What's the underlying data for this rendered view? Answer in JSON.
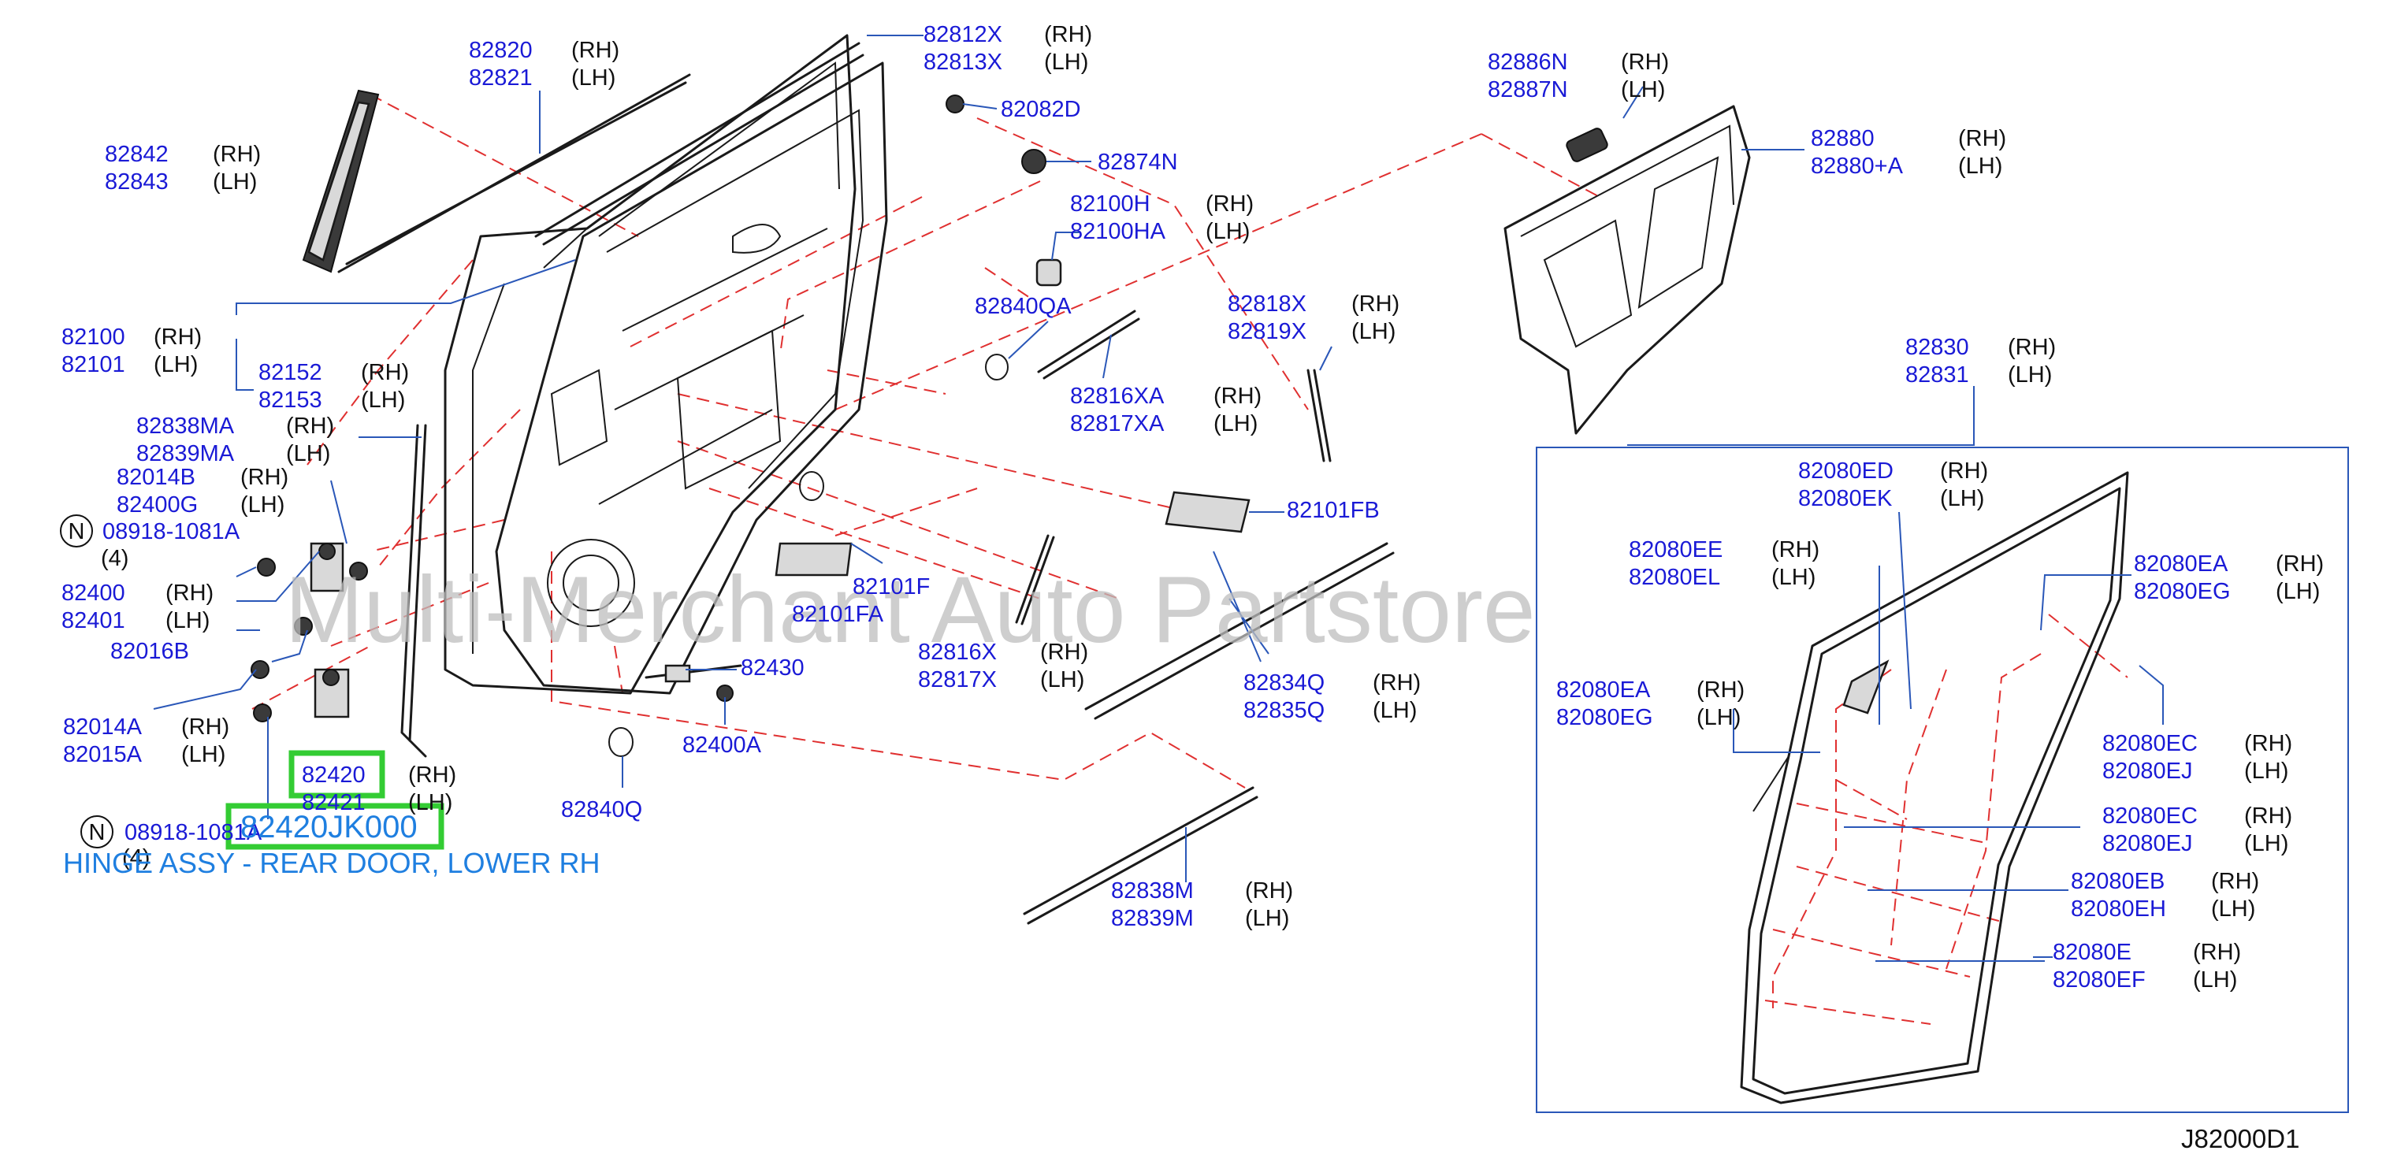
{
  "diagram_code": "J82000D1",
  "watermark": "Multi-Merchant Auto Partstore",
  "highlight": {
    "part_number": "82420JK000",
    "description": "HINGE ASSY - REAR DOOR, LOWER RH",
    "accent_color": "#1f7fe0",
    "box_color": "#33cc33"
  },
  "callouts": [
    {
      "id": "c1",
      "numbers": [
        "82820",
        "82821"
      ],
      "sides": [
        "(RH)",
        "(LH)"
      ]
    },
    {
      "id": "c2",
      "numbers": [
        "82812X",
        "82813X"
      ],
      "sides": [
        "(RH)",
        "(LH)"
      ]
    },
    {
      "id": "c3",
      "numbers": [
        "82082D"
      ],
      "sides": []
    },
    {
      "id": "c4",
      "numbers": [
        "82874N"
      ],
      "sides": []
    },
    {
      "id": "c5",
      "numbers": [
        "82842",
        "82843"
      ],
      "sides": [
        "(RH)",
        "(LH)"
      ]
    },
    {
      "id": "c6",
      "numbers": [
        "82100H",
        "82100HA"
      ],
      "sides": [
        "(RH)",
        "(LH)"
      ]
    },
    {
      "id": "c7",
      "numbers": [
        "82840QA"
      ],
      "sides": []
    },
    {
      "id": "c8",
      "numbers": [
        "82818X",
        "82819X"
      ],
      "sides": [
        "(RH)",
        "(LH)"
      ]
    },
    {
      "id": "c9",
      "numbers": [
        "82100",
        "82101"
      ],
      "sides": [
        "(RH)",
        "(LH)"
      ]
    },
    {
      "id": "c10",
      "numbers": [
        "82152",
        "82153"
      ],
      "sides": [
        "(RH)",
        "(LH)"
      ]
    },
    {
      "id": "c11",
      "numbers": [
        "82816XA",
        "82817XA"
      ],
      "sides": [
        "(RH)",
        "(LH)"
      ]
    },
    {
      "id": "c12",
      "numbers": [
        "82838MA",
        "82839MA"
      ],
      "sides": [
        "(RH)",
        "(LH)"
      ]
    },
    {
      "id": "c13",
      "numbers": [
        "82014B",
        "82400G"
      ],
      "sides": [
        "(RH)",
        "(LH)"
      ]
    },
    {
      "id": "c14",
      "numbers": [
        "08918-1081A",
        "(4)"
      ],
      "sides": [],
      "badge": "N"
    },
    {
      "id": "c15",
      "numbers": [
        "82101FB"
      ],
      "sides": []
    },
    {
      "id": "c16",
      "numbers": [
        "82400",
        "82401"
      ],
      "sides": [
        "(RH)",
        "(LH)"
      ]
    },
    {
      "id": "c17",
      "numbers": [
        "82016B"
      ],
      "sides": []
    },
    {
      "id": "c18",
      "numbers": [
        "82101F",
        "82101FA"
      ],
      "sides": []
    },
    {
      "id": "c19",
      "numbers": [
        "82816X",
        "82817X"
      ],
      "sides": [
        "(RH)",
        "(LH)"
      ]
    },
    {
      "id": "c20",
      "numbers": [
        "82834Q",
        "82835Q"
      ],
      "sides": [
        "(RH)",
        "(LH)"
      ]
    },
    {
      "id": "c21",
      "numbers": [
        "82430"
      ],
      "sides": []
    },
    {
      "id": "c22",
      "numbers": [
        "82014A",
        "82015A"
      ],
      "sides": [
        "(RH)",
        "(LH)"
      ]
    },
    {
      "id": "c23",
      "numbers": [
        "82400A"
      ],
      "sides": []
    },
    {
      "id": "c24",
      "numbers": [
        "82420",
        "82421"
      ],
      "sides": [
        "(RH)",
        "(LH)"
      ]
    },
    {
      "id": "c25",
      "numbers": [
        "82840Q"
      ],
      "sides": []
    },
    {
      "id": "c26",
      "numbers": [
        "08918-1081A",
        "(4)"
      ],
      "sides": [],
      "badge": "N"
    },
    {
      "id": "c27",
      "numbers": [
        "82838M",
        "82839M"
      ],
      "sides": [
        "(RH)",
        "(LH)"
      ]
    },
    {
      "id": "c28",
      "numbers": [
        "82886N",
        "82887N"
      ],
      "sides": [
        "(RH)",
        "(LH)"
      ]
    },
    {
      "id": "c29",
      "numbers": [
        "82880",
        "82880+A"
      ],
      "sides": [
        "(RH)",
        "(LH)"
      ]
    },
    {
      "id": "c30",
      "numbers": [
        "82830",
        "82831"
      ],
      "sides": [
        "(RH)",
        "(LH)"
      ]
    },
    {
      "id": "c31",
      "numbers": [
        "82080ED",
        "82080EK"
      ],
      "sides": [
        "(RH)",
        "(LH)"
      ]
    },
    {
      "id": "c32",
      "numbers": [
        "82080EE",
        "82080EL"
      ],
      "sides": [
        "(RH)",
        "(LH)"
      ]
    },
    {
      "id": "c33",
      "numbers": [
        "82080EA",
        "82080EG"
      ],
      "sides": [
        "(RH)",
        "(LH)"
      ]
    },
    {
      "id": "c34",
      "numbers": [
        "82080EA",
        "82080EG"
      ],
      "sides": [
        "(RH)",
        "(LH)"
      ]
    },
    {
      "id": "c35",
      "numbers": [
        "82080EC",
        "82080EJ"
      ],
      "sides": [
        "(RH)",
        "(LH)"
      ]
    },
    {
      "id": "c36",
      "numbers": [
        "82080EC",
        "82080EJ"
      ],
      "sides": [
        "(RH)",
        "(LH)"
      ]
    },
    {
      "id": "c37",
      "numbers": [
        "82080EB",
        "82080EH"
      ],
      "sides": [
        "(RH)",
        "(LH)"
      ]
    },
    {
      "id": "c38",
      "numbers": [
        "82080E",
        "82080EF"
      ],
      "sides": [
        "(RH)",
        "(LH)"
      ]
    }
  ]
}
